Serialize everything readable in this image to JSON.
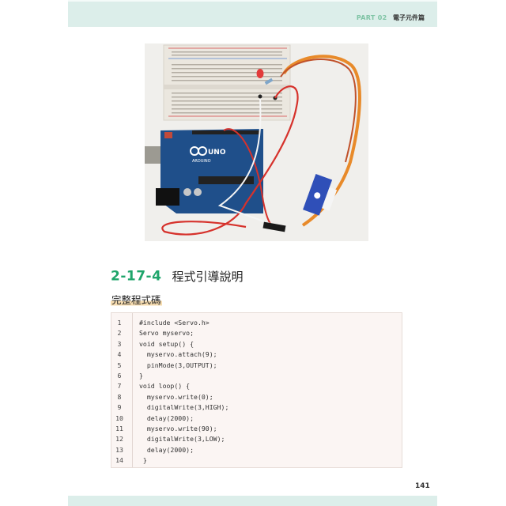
{
  "header": {
    "part_label": "PART 02",
    "chapter_title": "電子元件篇",
    "band_color": "#dceeea",
    "part_color": "#7fc4a5"
  },
  "figure": {
    "description": "Photo: Arduino UNO on desk wired to a breadboard with red LED and resistor, and a blue SG90 servo motor connected via orange/red/brown wires",
    "board_label": "UNO",
    "board_brand": "ARDUINO"
  },
  "section": {
    "number": "2-17-4",
    "title": "程式引導說明",
    "number_color": "#1fa56b"
  },
  "subsection": {
    "title": "完整程式碼",
    "highlight_color": "#f6dcb0"
  },
  "code": {
    "lines": [
      {
        "n": "1",
        "text": "#include <Servo.h>"
      },
      {
        "n": "2",
        "text": "Servo myservo;"
      },
      {
        "n": "3",
        "text": "void setup() {"
      },
      {
        "n": "4",
        "text": "  myservo.attach(9);"
      },
      {
        "n": "5",
        "text": "  pinMode(3,OUTPUT);"
      },
      {
        "n": "6",
        "text": "}"
      },
      {
        "n": "7",
        "text": "void loop() {"
      },
      {
        "n": "8",
        "text": "  myservo.write(0);"
      },
      {
        "n": "9",
        "text": "  digitalWrite(3,HIGH);"
      },
      {
        "n": "10",
        "text": "  delay(2000);"
      },
      {
        "n": "11",
        "text": "  myservo.write(90);"
      },
      {
        "n": "12",
        "text": "  digitalWrite(3,LOW);"
      },
      {
        "n": "13",
        "text": "  delay(2000);"
      },
      {
        "n": "14",
        "text": " }"
      }
    ]
  },
  "footer": {
    "page_number": "141"
  }
}
